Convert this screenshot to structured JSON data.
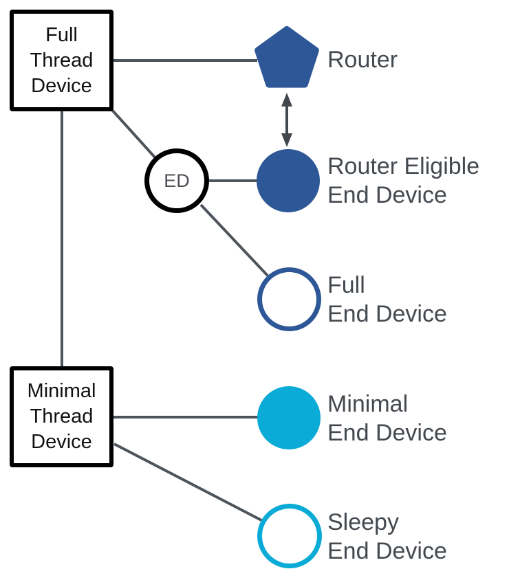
{
  "colors": {
    "dark_blue": "#2d5796",
    "cyan": "#0aabd6",
    "line_gray": "#4d545b",
    "arrow_gray": "#42484e",
    "label_gray": "#43494f",
    "black": "#000000"
  },
  "nodes": {
    "full_thread_device": {
      "label": "Full\nThread\nDevice"
    },
    "minimal_thread_device": {
      "label": "Minimal\nThread\nDevice"
    },
    "ed_badge": {
      "label": "ED"
    },
    "router": {
      "label": "Router"
    },
    "router_eligible_end_device": {
      "label": "Router Eligible\nEnd Device"
    },
    "full_end_device": {
      "label": "Full\nEnd Device"
    },
    "minimal_end_device": {
      "label": "Minimal\nEnd Device"
    },
    "sleepy_end_device": {
      "label": "Sleepy\nEnd Device"
    }
  }
}
